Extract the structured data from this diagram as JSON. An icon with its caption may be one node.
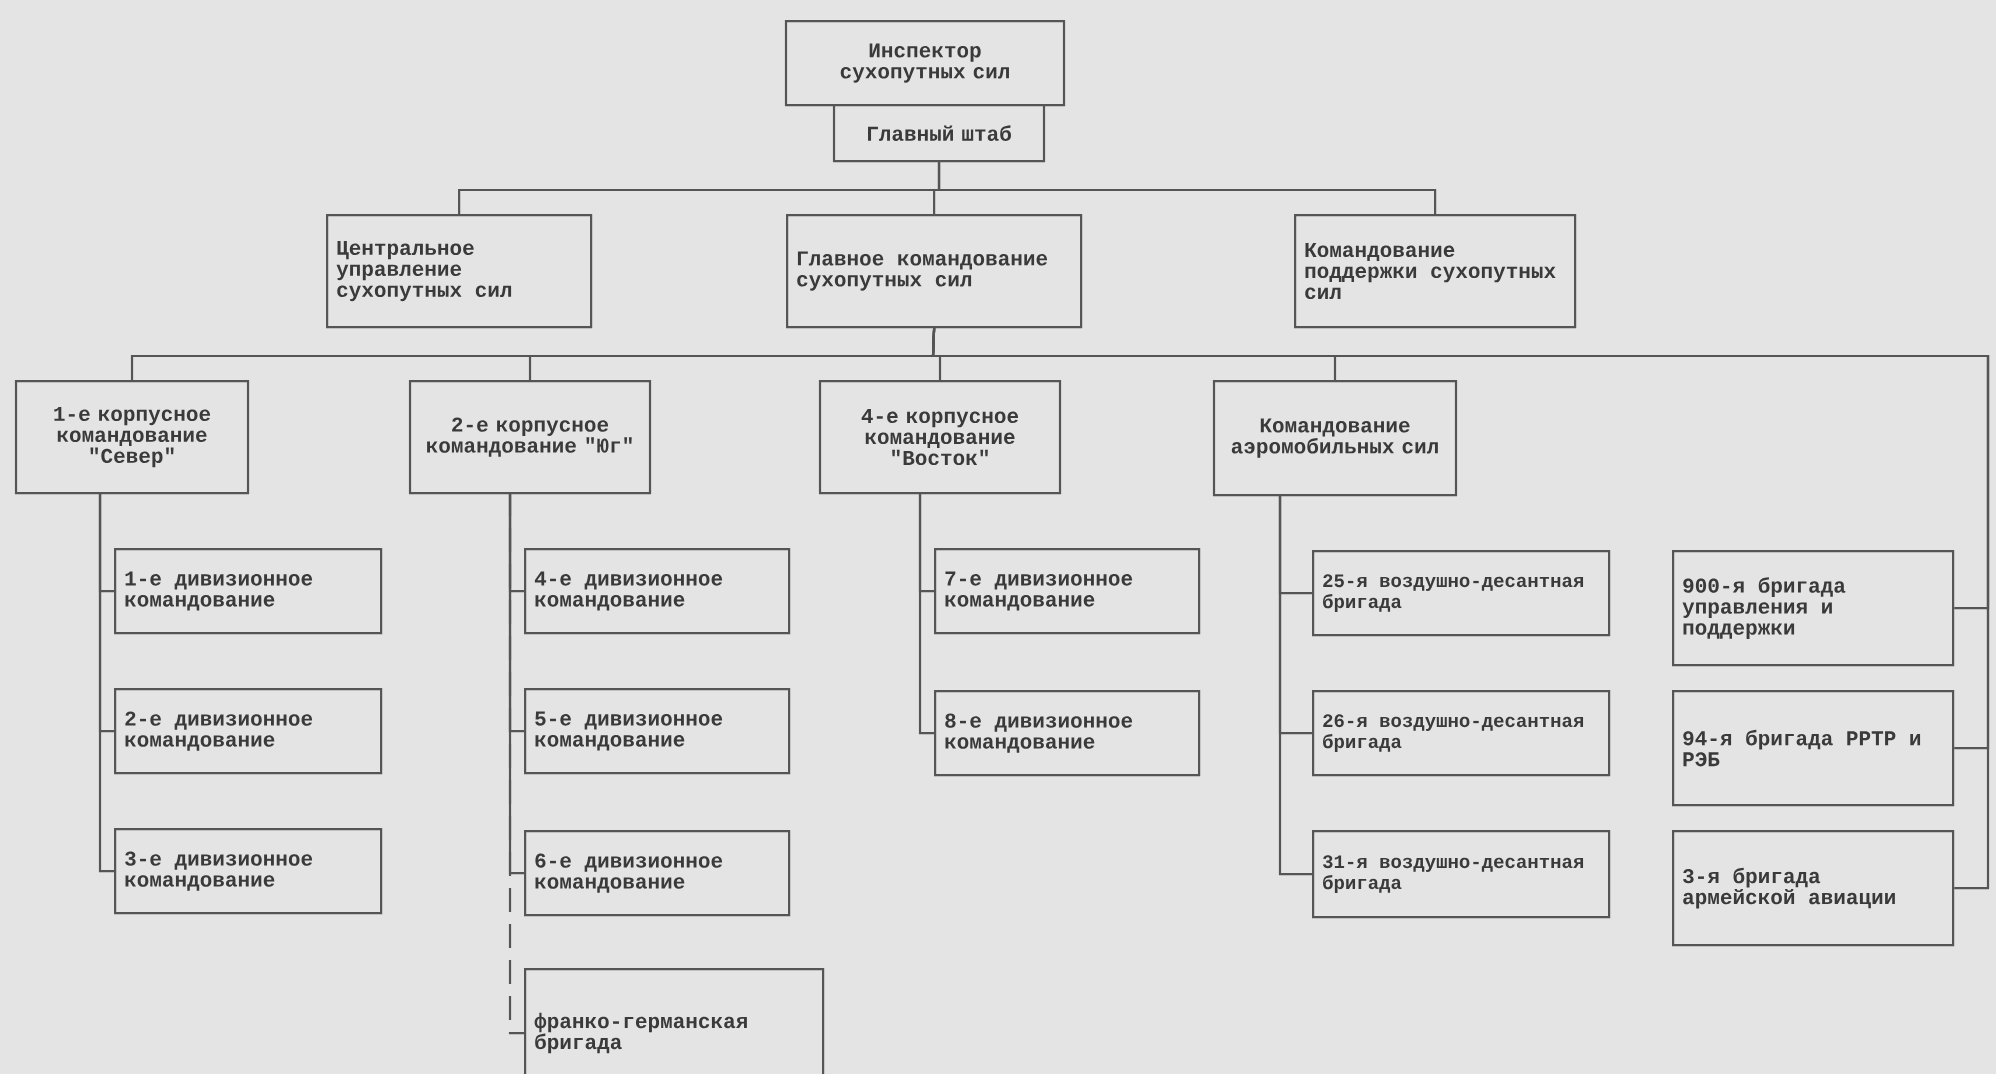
{
  "diagram": {
    "nodes": [
      {
        "text": [
          "Инспектор сухопутных сил"
        ]
      },
      {
        "text": [
          "Главный штаб"
        ]
      },
      {
        "text": [
          "Центральное управление сухопутных сил"
        ]
      },
      {
        "text": [
          "Главное командование сухопутных сил"
        ]
      },
      {
        "text": [
          "Командование поддержки сухопутных сил"
        ]
      },
      {
        "text": [
          "1-е корпусное командование \"Север\""
        ]
      },
      {
        "text": [
          "2-е корпусное командование \"Юг\""
        ]
      },
      {
        "text": [
          "4-е корпусное командование \"Восток\""
        ]
      },
      {
        "text": [
          "Командование аэромобильных сил"
        ]
      },
      {
        "text": [
          "1-е дивизионное командование"
        ]
      },
      {
        "text": [
          "2-е дивизионное командование"
        ]
      },
      {
        "text": [
          "3-е дивизионное командование"
        ]
      },
      {
        "text": [
          "4-е дивизионное командование"
        ]
      },
      {
        "text": [
          "5-е дивизионное командование"
        ]
      },
      {
        "text": [
          "6-е дивизионное командование"
        ]
      },
      {
        "text": [
          "франко-германская бригада"
        ]
      },
      {
        "text": [
          "7-е дивизионное командование"
        ]
      },
      {
        "text": [
          "8-е дивизионное командование"
        ]
      },
      {
        "text": [
          "25-я воздушно-десантная бригада"
        ]
      },
      {
        "text": [
          "26-я воздушно-десантная бригада"
        ]
      },
      {
        "text": [
          "31-я воздушно-десантная бригада"
        ]
      },
      {
        "text": [
          "900-я бригада управления и поддержки"
        ]
      },
      {
        "text": [
          "94-я бригада РРТР и РЭБ"
        ]
      },
      {
        "text": [
          "3-я бригада армейской авиации"
        ]
      }
    ],
    "edges": [
      {
        "from": 1,
        "to": 2,
        "arrow": "none"
      },
      {
        "from": 1,
        "to": 3,
        "arrow": "none"
      },
      {
        "from": 1,
        "to": 4,
        "arrow": "none"
      },
      {
        "from": 3,
        "to": 5,
        "arrow": "none"
      },
      {
        "from": 3,
        "to": 6,
        "arrow": "none"
      },
      {
        "from": 3,
        "to": 7,
        "arrow": "none"
      },
      {
        "from": 3,
        "to": 8,
        "arrow": "none"
      },
      {
        "from": 5,
        "to": 9,
        "arrow": "none"
      },
      {
        "from": 5,
        "to": 10,
        "arrow": "none"
      },
      {
        "from": 5,
        "to": 11,
        "arrow": "none"
      },
      {
        "from": 6,
        "to": 12,
        "arrow": "none"
      },
      {
        "from": 6,
        "to": 13,
        "arrow": "none"
      },
      {
        "from": 6,
        "to": 14,
        "arrow": "none"
      },
      {
        "from": 6,
        "to": 15,
        "arrow": "none",
        "style": "dashed"
      },
      {
        "from": 7,
        "to": 16,
        "arrow": "none"
      },
      {
        "from": 7,
        "to": 17,
        "arrow": "none"
      },
      {
        "from": 8,
        "to": 18,
        "arrow": "none"
      },
      {
        "from": 8,
        "to": 19,
        "arrow": "none"
      },
      {
        "from": 8,
        "to": 20,
        "arrow": "none"
      },
      {
        "from": 3,
        "to": 21,
        "arrow": "none"
      },
      {
        "from": 3,
        "to": 22,
        "arrow": "none"
      },
      {
        "from": 3,
        "to": 23,
        "arrow": "none"
      }
    ]
  }
}
